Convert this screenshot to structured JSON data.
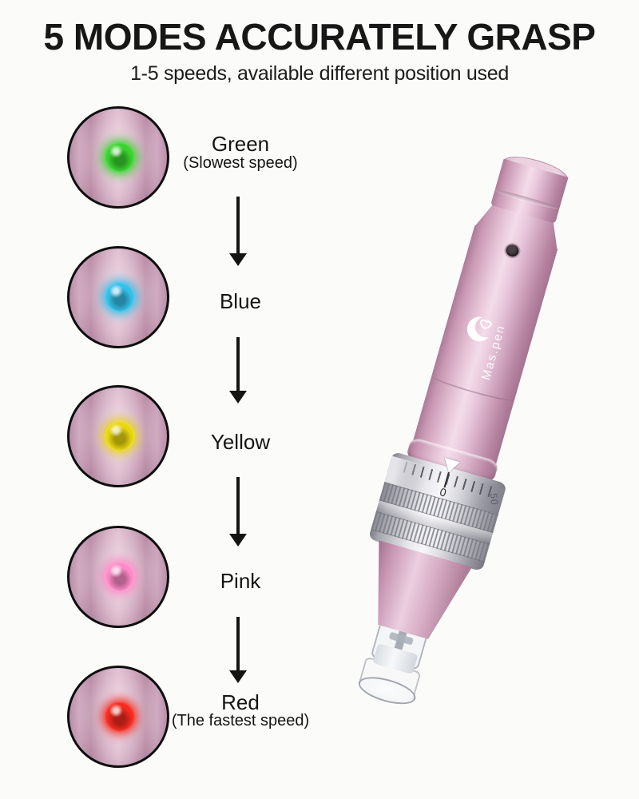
{
  "header": {
    "title": "5 MODES ACCURATELY GRASP",
    "subtitle": "1-5 speeds, available different position used"
  },
  "modes": [
    {
      "name": "Green",
      "note": "(Slowest speed)",
      "led_hex": "#3ad32f"
    },
    {
      "name": "Blue",
      "led_hex": "#35bfe9"
    },
    {
      "name": "Yellow",
      "led_hex": "#e9d60f"
    },
    {
      "name": "Pink",
      "led_hex": "#ff8ac8"
    },
    {
      "name": "Red",
      "note": "(The fastest speed)",
      "led_hex": "#f62a1e"
    }
  ],
  "pen": {
    "brand": "Mas.pen",
    "dial": {
      "pointer_value": "0",
      "side_value": "50"
    }
  },
  "colors": {
    "background": "#fbfbf9",
    "pen_body_pink": "#e7c6d8",
    "dial_silver": "#e9e9ee",
    "text": "#161616"
  }
}
